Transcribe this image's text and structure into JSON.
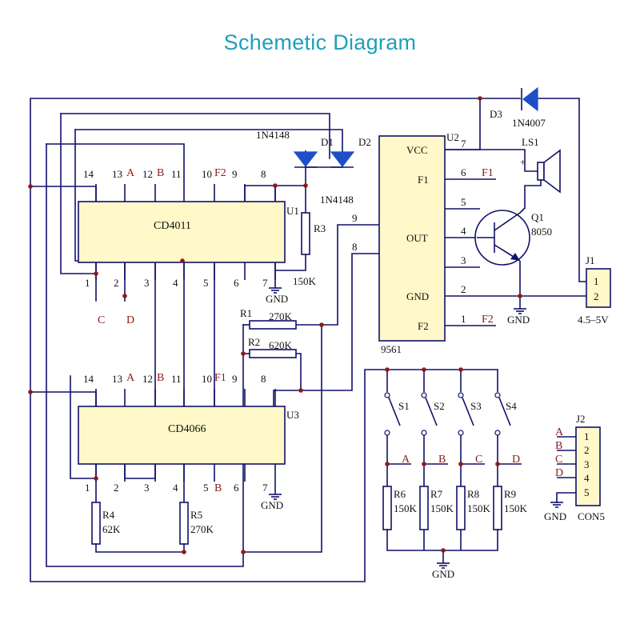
{
  "title": "Schemetic Diagram",
  "colors": {
    "title": "#1ea0bb",
    "wire": "#10106a",
    "chip_fill": "#fff8c8",
    "signal_label": "#8b1a1a",
    "diode": "#1f4fc8"
  },
  "u1": {
    "name": "CD4011",
    "ref": "U1",
    "pins_top": [
      "14",
      "13",
      "12",
      "11",
      "10",
      "9",
      "8"
    ],
    "pins_bottom": [
      "1",
      "2",
      "3",
      "4",
      "5",
      "6",
      "7"
    ],
    "label_a": "A",
    "label_b": "B",
    "label_f2": "F2",
    "bottom_c": "C",
    "bottom_d": "D"
  },
  "u3": {
    "name": "CD4066",
    "ref": "U3",
    "pins_top": [
      "14",
      "13",
      "12",
      "11",
      "10",
      "9",
      "8"
    ],
    "pins_bottom": [
      "1",
      "2",
      "3",
      "4",
      "5",
      "6",
      "7"
    ],
    "label_a": "A",
    "label_b": "B",
    "label_f1": "F1",
    "bottom_b": "B"
  },
  "u2": {
    "name": "9561",
    "ref": "U2",
    "pins_left": [
      "VCC",
      "F1",
      "OUT",
      "GND",
      "F2"
    ],
    "pins_right": [
      "7",
      "6",
      "5",
      "4",
      "3",
      "2",
      "1"
    ],
    "pin9": "9",
    "pin8": "8",
    "f1_label": "F1",
    "f2_label": "F2"
  },
  "diodes": {
    "d1": "D1",
    "d2": "D2",
    "part_top": "1N4148",
    "part_bottom": "1N4148",
    "d3": "D3",
    "d3_part": "1N4007"
  },
  "transistor": {
    "ref": "Q1",
    "part": "8050"
  },
  "speaker": {
    "ref": "LS1"
  },
  "resistors": {
    "r1": {
      "ref": "R1",
      "value": "270K"
    },
    "r2": {
      "ref": "R2",
      "value": "620K"
    },
    "r3": {
      "ref": "R3",
      "value": "150K"
    },
    "r4": {
      "ref": "R4",
      "value": "62K"
    },
    "r5": {
      "ref": "R5",
      "value": "270K"
    },
    "r6": {
      "ref": "R6",
      "value": "150K"
    },
    "r7": {
      "ref": "R7",
      "value": "150K"
    },
    "r8": {
      "ref": "R8",
      "value": "150K"
    },
    "r9": {
      "ref": "R9",
      "value": "150K"
    }
  },
  "switches": [
    "S1",
    "S2",
    "S3",
    "S4"
  ],
  "switch_outputs": [
    "A",
    "B",
    "C",
    "D"
  ],
  "j1": {
    "ref": "J1",
    "pins": [
      "1",
      "2"
    ],
    "voltage": "4.5–5V"
  },
  "j2": {
    "ref": "J2",
    "pins": [
      "1",
      "2",
      "3",
      "4",
      "5"
    ],
    "signals": [
      "A",
      "B",
      "C",
      "D"
    ],
    "part": "CON5"
  },
  "gnd": "GND"
}
